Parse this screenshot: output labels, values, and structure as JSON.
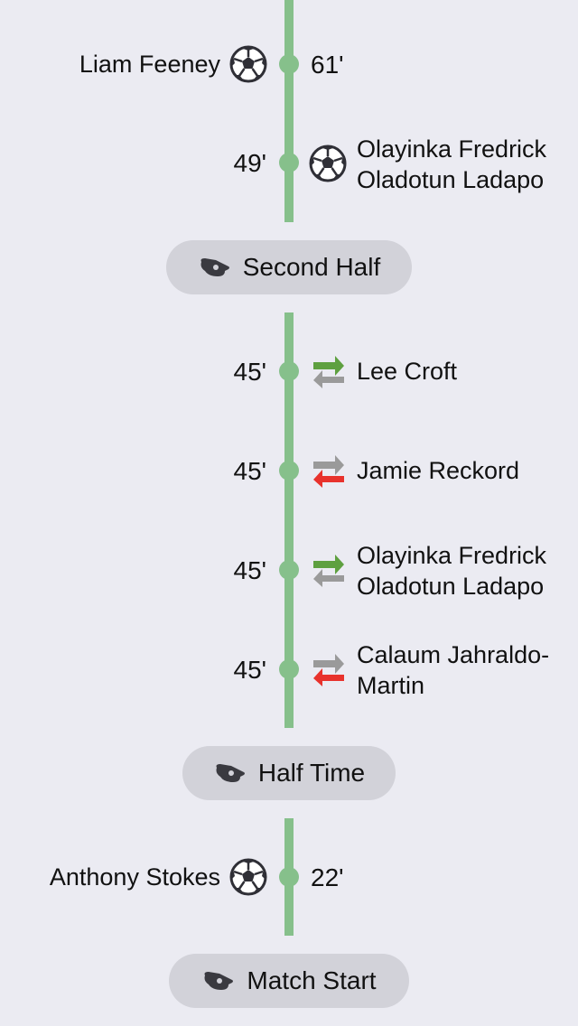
{
  "events_top": [
    {
      "minute": "61'",
      "player": "Liam Feeney",
      "type": "goal",
      "side": "home"
    },
    {
      "minute": "49'",
      "player_line1": "Olayinka Fredrick",
      "player_line2": "Oladotun Ladapo",
      "type": "goal",
      "side": "away"
    }
  ],
  "second_half_label": "Second Half",
  "events_mid": [
    {
      "minute": "45'",
      "player": "Lee Croft",
      "type": "sub-in"
    },
    {
      "minute": "45'",
      "player": "Jamie Reckord",
      "type": "sub-out"
    },
    {
      "minute": "45'",
      "player_line1": "Olayinka Fredrick",
      "player_line2": "Oladotun Ladapo",
      "type": "sub-in"
    },
    {
      "minute": "45'",
      "player_line1": "Calaum Jahraldo-",
      "player_line2": "Martin",
      "type": "sub-out"
    }
  ],
  "half_time_label": "Half Time",
  "events_bottom": [
    {
      "minute": "22'",
      "player": "Anthony Stokes",
      "type": "goal",
      "side": "home"
    }
  ],
  "match_start_label": "Match Start",
  "colors": {
    "timeline": "#86c08b",
    "pill": "#d2d2d9",
    "sub_in": "#5ea040",
    "sub_out": "#e8322c",
    "sub_neutral": "#9a9a9a"
  },
  "icons": {
    "goal": "soccer-ball-icon",
    "sub_in": "substitution-in-icon",
    "sub_out": "substitution-out-icon",
    "period": "whistle-icon"
  }
}
